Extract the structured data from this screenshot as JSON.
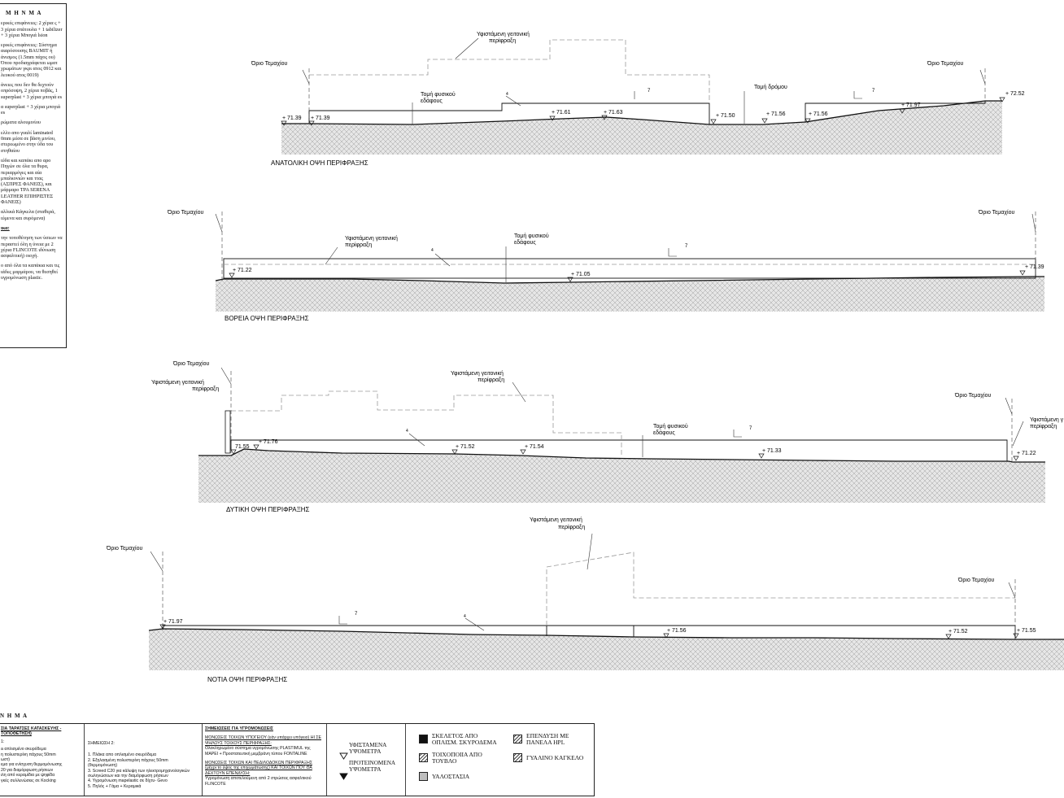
{
  "notes": {
    "title": "Μ Η Ν Μ Α",
    "lines": [
      "ερικές επιφάνειες: 2 χέρια ς + 3 χέρια σπάτουλα + 1 tabilizer + 3 χέρια Μπογιά lsion",
      "ερικές επιφάνειες: Σύστημα αιαρόσουσης BAUMIT ή άνισμος (1.5mm πάχος ου) Όπου προδιαγράφεται ωματ χρωμάτων γκρι ατος 0912 και λευκού ατος 0019)",
      "άνειες που δεν θα δεχτούν οπρόσοψη, 2 χέρια ποβάς, 1 superplast + 3 χέρια μπογιά es",
      "α superplast + 3 χέρια μπογιά es",
      "ρώματα αλουμινίου",
      "ελλο απο γυαλί laminated 0mm μέσα σε βάση μινίου, στερεωμένο στην ύδα του στηθαίου",
      "ιύδα και καπάκι απο αρο Πηγών σε όλα τα θυρα, περιαρμόγες και αία μπαλκονιών και ττας (ΑΣΠΡΕΣ ΦΑΝΕΙΣ), και μάρμαρο ΤΡΑ SERENA LEATHER ΕΠΙΗΡΙΣΤΕΣ ΦΑΝΕΙΣ)",
      "αλλικά Κάγκελα (σταθερά, ιύμενα και συρόμενα)"
    ],
    "sub_heading": "ικα:",
    "tail_lines": [
      "την τοποθέτηση των ύσεων να περαστεί όλη η ύνεια με 2 χέρια FLINCOTE ιδύνωση ασφαλτική) οιοχή.",
      "ο από όλα τα καπάκια και τις ιάδες μαρμάρου, να θεσηθεί υγρομόνωση plastic."
    ]
  },
  "elevations": {
    "east": {
      "caption": "ΑΝΑΤΟΛΙΚΗ ΟΨΗ ΠΕΡΙΦΡΑΞΗΣ",
      "boundary_left": "Όριο Τεμαχίου",
      "boundary_right": "Όριο Τεμαχίου",
      "neighbour_line1": "Υφιστάμενη γειτονική",
      "neighbour_line2": "περίφραξη",
      "ground_line1": "Τομή φυσικού",
      "ground_line2": "εδάφους",
      "road": "Τομή δρόμου",
      "tag_7a": "7",
      "tag_7b": "7",
      "tag_4": "4",
      "levels": [
        "+ 71.39",
        "+ 71.39",
        "+ 71.61",
        "+ 71.63",
        "+ 71.50",
        "+ 71.56",
        "+ 71.56",
        "+ 71.97",
        "+ 72.52"
      ]
    },
    "north": {
      "caption": "ΒΟΡΕΙΑ ΟΨΗ ΠΕΡΙΦΡΑΞΗΣ",
      "boundary_left": "Όριο Τεμαχίου",
      "boundary_right": "Όριο Τεμαχίου",
      "neighbour_line1": "Υφιστάμενη γειτονική",
      "neighbour_line2": "περίφραξη",
      "ground_line1": "Τομή φυσικού",
      "ground_line2": "εδάφους",
      "tag_7": "7",
      "tag_4": "4",
      "levels": [
        "+ 71.22",
        "+ 71.05",
        "+ 71.39"
      ]
    },
    "west": {
      "caption": "ΔΥΤΙΚΗ ΟΨΗ ΠΕΡΙΦΡΑΞΗΣ",
      "boundary_left": "Όριο Τεμαχίου",
      "boundary_right": "Όριο Τεμαχίου",
      "neighbour_left_line1": "Υφιστάμενη γειτονική",
      "neighbour_left_line2": "περίφραξη",
      "neighbour_mid_line1": "Υφιστάμενη γειτονική",
      "neighbour_mid_line2": "περίφραξη",
      "neighbour_right_line1": "Υφιστάμενη γ",
      "neighbour_right_line2": "περίφραξη",
      "ground_line1": "Τομή φυσικού",
      "ground_line2": "εδάφους",
      "tag_7": "7",
      "tag_4": "4",
      "levels": [
        "71.55",
        "+ 71.76",
        "+ 71.52",
        "+ 71.54",
        "+ 71.33",
        "+ 71.22"
      ]
    },
    "south": {
      "caption": "ΝΟΤΙΑ ΟΨΗ ΠΕΡΙΦΡΑΞΗΣ",
      "boundary_left": "Όριο Τεμαχίου",
      "boundary_right": "Όριο Τεμαχίου",
      "neighbour_line1": "Υφιστάμενη γειτονική",
      "neighbour_line2": "περίφραξη",
      "tag_7": "7",
      "tag_4": "4",
      "levels": [
        "+ 71.97",
        "+ 71.56",
        "+ 71.52",
        "+ 71.55"
      ]
    }
  },
  "legend": {
    "title": "Ν Η Μ Α",
    "col1": {
      "heading": "ΣΙΑ ΤΑΡΑΤΣΕΣ ΚΑΤΑΣΚΕΥΗΣ - ΤΟΠΟΘΕΤΗΣΗ)",
      "sub": "1:",
      "lines": [
        "a απλισμένο σκυρόδεμα",
        "η πολυστερίνη πάχους 50mm",
        "ωστ)",
        "εμα για ενίσχυση θερμομόνωσης",
        "20 για διαμόρφωση ρήσεων",
        "ιλη από κεραμίδια με ψηφίδα",
        "γκές συλλενώσεις σε Kocking"
      ]
    },
    "col2": {
      "heading": "ΣΗΜΕΙΩΣΗ 2:",
      "lines": [
        "1. Πλάκα απο οπλισμένο σκυρόδεμα",
        "2. Εξηλασμένη πολυστερίνη πάχους 50mm (θερμομόνωση)",
        "3. Screed C20 για κάλυψη των ηλεκτρομηχανολογικών σωληνώσεων και την διαμόρφωση ρήσεων",
        "4. Υγρομόνωση mapelastic σε δίχτυ- Gevo",
        "5. Πηλός + Γάμα + Κεραμικά"
      ]
    },
    "col3": {
      "heading": "ΣΗΜΕΙΩΣΕΙΣ ΓΙΑ ΥΓΡΟΜΟΝΩΣΕΙΣ",
      "a_head": "ΜΟΝΩΣΕΙΣ ΤΟΙΧΩΝ ΥΠΟΓΕΙΟΥ (εάν υπάρχει υπόγειο) ΗΙ ΣΕ ΨΗΛΟΥΣ ΤΟΙΧΟΥΣ ΠΕΡΙΦΡΑΞΗΣ:",
      "a_lines": [
        "Ολοκληρωμένο σύστημα υγρομόνωσης PLASTIMUL της ΜΑΡΕΙ + Προστατευτική μεμβράνη τύπου FONTALINE"
      ],
      "b_head": "ΜΟΝΩΣΕΙΣ ΤΟΙΧΩΝ ΚΑΙ ΠΕΔΙΛΟΔΟΚΩΝ ΠΕΡΙΦΡΑΞΗΣ (μέχρι το ύψος της επιχωμάτωσης) ΚΑΙ ΤΟΙΧΩΝ ΠΟΥ ΘΑ ΔΕΧΤΟΥΝ ΕΠΕΝΔΥΣΗ:",
      "b_lines": [
        "Υγρομόνωση αποτελούμενη από 2 στρώσεις ασφαλτικού FLINCOTE"
      ]
    },
    "symbols": {
      "existing_line1": "ΥΦΙΣΤΑΜΕΝΑ",
      "existing_line2": "ΥΨΟΜΕΤΡΑ",
      "proposed_line1": "ΠΡΟΤΕΙΝΟΜΕΝΑ",
      "proposed_line2": "ΥΨΟΜΕΤΡΑ"
    },
    "materials": [
      {
        "line1": "ΣΚΕΛΕΤΟΣ ΑΠΟ",
        "line2": "ΟΠΛΙΣΜ. ΣΚΥΡΟΔΕΜΑ",
        "fill": "#111111"
      },
      {
        "line1": "ΤΟΙΧΟΠΟΙΙΑ ΑΠΟ",
        "line2": "ΤΟΥΒΛΟ",
        "fill": "hatch"
      },
      {
        "line1": "ΥΑΛΟΣΤΑΣΙΑ",
        "line2": "",
        "fill": "#bdbdbd"
      },
      {
        "line1": "ΕΠΕΝΔΥΣΗ ΜΕ",
        "line2": "ΠΑΝΕΛΑ HPL",
        "fill": "hatch"
      },
      {
        "line1": "ΓΥΑΛΙΝΟ ΚΑΓΚΕΛΟ",
        "line2": "",
        "fill": "hatch"
      }
    ]
  },
  "colors": {
    "ink": "#111111",
    "dashed": "#9a9a9a",
    "ground": "#e6e6e6",
    "grid": "#9a9a9a"
  }
}
